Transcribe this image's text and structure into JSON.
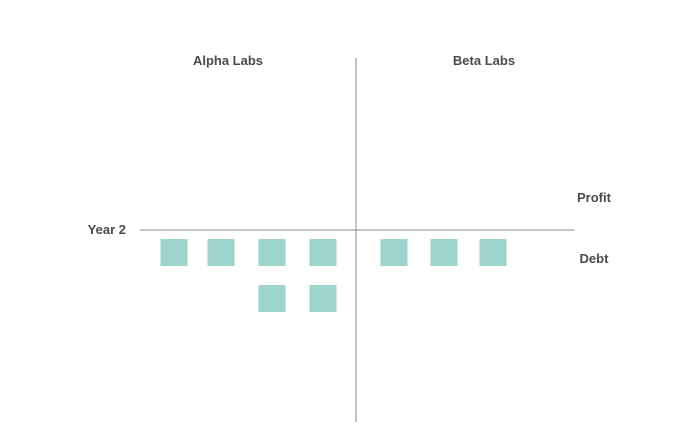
{
  "chart_data": {
    "type": "unit-chart",
    "groups": [
      "Alpha Labs",
      "Beta Labs"
    ],
    "row_label": "Year 2",
    "upper_label": "Profit",
    "lower_label": "Debt",
    "profit_units": [
      0,
      0
    ],
    "debt_units": [
      6,
      3
    ],
    "colors": {
      "unit": "#9dd5cc",
      "axis": "#888888",
      "text": "#4a4a4a"
    },
    "grid": false
  }
}
